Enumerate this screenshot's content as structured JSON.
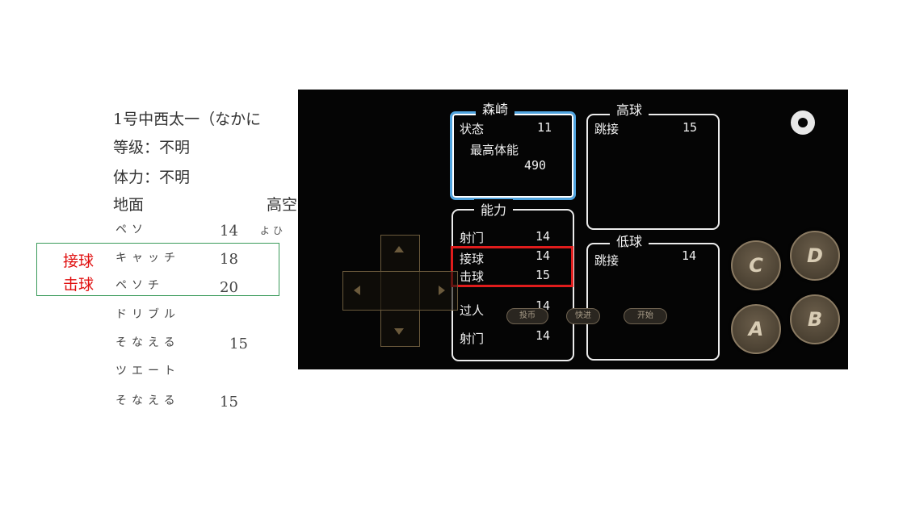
{
  "document": {
    "heading": "1号中西太一（なかに",
    "grade_line": "等级：不明",
    "stamina_line": "体力：不明",
    "ground_label": "地面",
    "high_label": "高空",
    "rows": [
      {
        "kana": "ペソ",
        "value": "14"
      },
      {
        "kana": "キャッチ",
        "value": "18"
      },
      {
        "kana": "ペソチ",
        "value": "20"
      },
      {
        "kana": "ドリブル",
        "value": ""
      },
      {
        "kana": "そなえる",
        "value": "15"
      },
      {
        "kana": "ツエート",
        "value": ""
      },
      {
        "kana": "そなえる",
        "value": "15"
      }
    ],
    "side_kana": "よひ",
    "annotation_catch": "接球",
    "annotation_hit": "击球"
  },
  "game": {
    "player_panel": {
      "name": "森崎",
      "status_label": "状态",
      "status_value": "11",
      "max_hp_label": "最高体能",
      "max_hp_value": "490"
    },
    "ability_panel": {
      "title": "能力",
      "rows": [
        {
          "label": "射门",
          "value": "14"
        },
        {
          "label": "接球",
          "value": "14"
        },
        {
          "label": "击球",
          "value": "15"
        },
        {
          "label": "过人",
          "value": "14"
        },
        {
          "label": "射门",
          "value": "14"
        }
      ]
    },
    "high_ball_panel": {
      "title": "高球",
      "label": "跳接",
      "value": "15"
    },
    "low_ball_panel": {
      "title": "低球",
      "label": "跳接",
      "value": "14"
    },
    "buttons": {
      "coin": "投币",
      "fast": "快进",
      "start": "开始",
      "a": "A",
      "b": "B",
      "c": "C",
      "d": "D"
    },
    "icons": {
      "settings": "gear-icon"
    }
  }
}
